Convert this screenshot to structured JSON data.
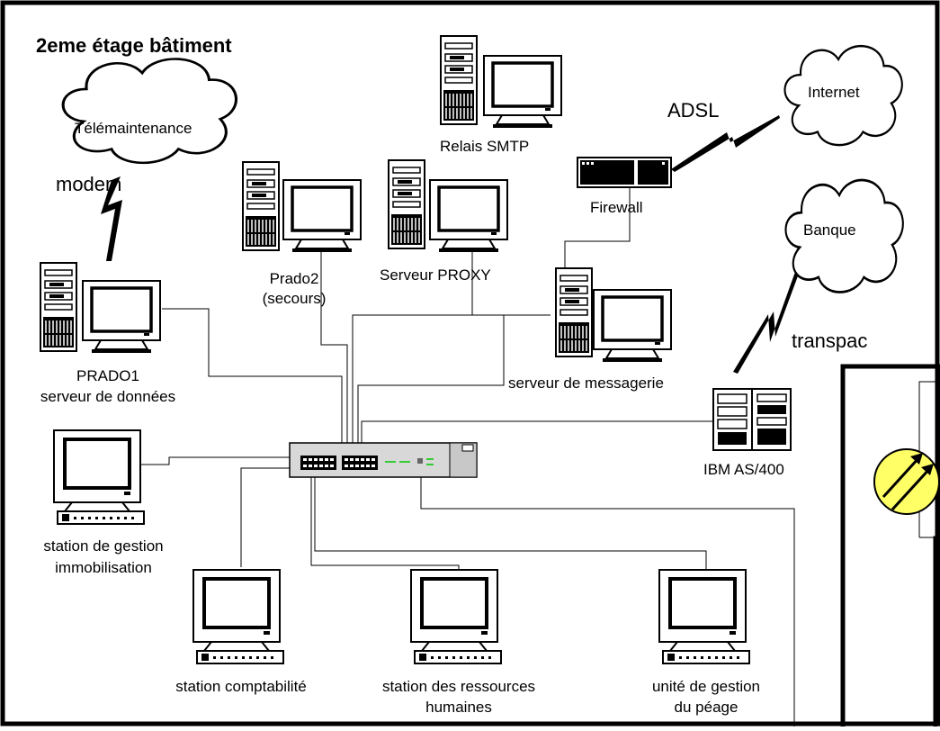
{
  "diagram": {
    "title": "2eme étage bâtiment",
    "clouds": {
      "telemaintenance": "Télémaintenance",
      "internet": "Internet",
      "banque": "Banque"
    },
    "links": {
      "modem": "modem",
      "adsl": "ADSL",
      "transpac": "transpac"
    },
    "devices": {
      "relais_smtp": "Relais SMTP",
      "firewall": "Firewall",
      "prado2_line1": "Prado2",
      "prado2_line2": "(secours)",
      "proxy": "Serveur PROXY",
      "prado1_line1": "PRADO1",
      "prado1_line2": "serveur de données",
      "messagerie": "serveur de messagerie",
      "ibm": "IBM AS/400",
      "immob_line1": "station de gestion",
      "immob_line2": "immobilisation",
      "compta": "station comptabilité",
      "rh_line1": "station des ressources",
      "rh_line2": "humaines",
      "peage_line1": "unité de gestion",
      "peage_line2": "du péage"
    }
  }
}
